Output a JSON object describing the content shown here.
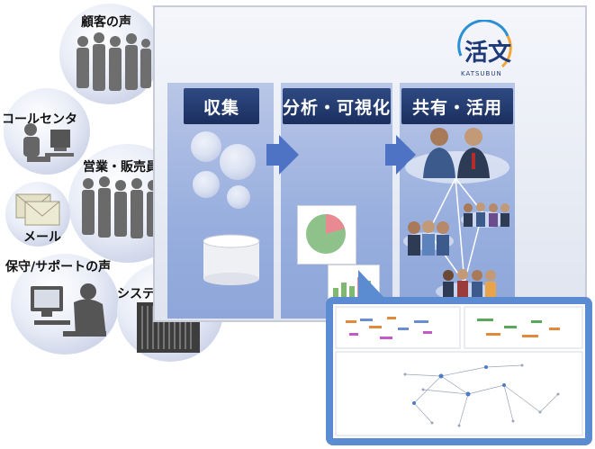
{
  "sources": {
    "customer_voice": "顧客の声",
    "call_center": "コールセンタ",
    "sales_staff": "営業・販売員",
    "mail": "メール",
    "maintenance_voice": "保守/サポートの声",
    "system_log": "システム稼動ログ"
  },
  "steps": [
    {
      "label": "収集"
    },
    {
      "label": "分析・可視化"
    },
    {
      "label": "共有・活用"
    }
  ],
  "logo": {
    "kanji": "活文",
    "caption": "KATSUBUN"
  },
  "colors": {
    "header": "#1b2f5e",
    "column": "#97aede",
    "arrow": "#4f73c4",
    "dashboard_frame": "#5b8bd0"
  },
  "icons": [
    "people-group-icon",
    "call-center-icon",
    "handshake-icon",
    "envelope-icon",
    "computer-user-icon",
    "server-rack-icon",
    "database-icon",
    "pie-chart-icon",
    "bar-chart-icon",
    "network-icon"
  ]
}
